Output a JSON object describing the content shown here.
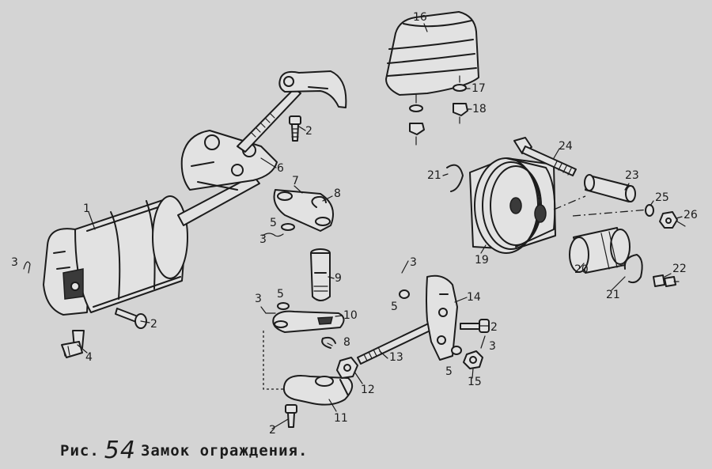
{
  "caption": {
    "prefix": "Рис.",
    "number": "54",
    "title": "Замок ограждения."
  },
  "callouts": [
    {
      "id": "c1",
      "text": "1"
    },
    {
      "id": "c2a",
      "text": "2"
    },
    {
      "id": "c2b",
      "text": "2"
    },
    {
      "id": "c2c",
      "text": "2"
    },
    {
      "id": "c2d",
      "text": "2"
    },
    {
      "id": "c3a",
      "text": "3"
    },
    {
      "id": "c3b",
      "text": "3"
    },
    {
      "id": "c3c",
      "text": "3"
    },
    {
      "id": "c3d",
      "text": "3"
    },
    {
      "id": "c3e",
      "text": "3"
    },
    {
      "id": "c4",
      "text": "4"
    },
    {
      "id": "c5a",
      "text": "5"
    },
    {
      "id": "c5b",
      "text": "5"
    },
    {
      "id": "c5c",
      "text": "5"
    },
    {
      "id": "c5d",
      "text": "5"
    },
    {
      "id": "c6",
      "text": "6"
    },
    {
      "id": "c7",
      "text": "7"
    },
    {
      "id": "c8a",
      "text": "8"
    },
    {
      "id": "c8b",
      "text": "8"
    },
    {
      "id": "c9",
      "text": "9"
    },
    {
      "id": "c10",
      "text": "10"
    },
    {
      "id": "c11",
      "text": "11"
    },
    {
      "id": "c12",
      "text": "12"
    },
    {
      "id": "c13",
      "text": "13"
    },
    {
      "id": "c14",
      "text": "14"
    },
    {
      "id": "c15",
      "text": "15"
    },
    {
      "id": "c16",
      "text": "16"
    },
    {
      "id": "c17",
      "text": "17"
    },
    {
      "id": "c18",
      "text": "18"
    },
    {
      "id": "c19",
      "text": "19"
    },
    {
      "id": "c20",
      "text": "20"
    },
    {
      "id": "c21a",
      "text": "21"
    },
    {
      "id": "c21b",
      "text": "21"
    },
    {
      "id": "c22",
      "text": "22"
    },
    {
      "id": "c23",
      "text": "23"
    },
    {
      "id": "c24",
      "text": "24"
    },
    {
      "id": "c25",
      "text": "25"
    },
    {
      "id": "c26",
      "text": "26"
    }
  ]
}
